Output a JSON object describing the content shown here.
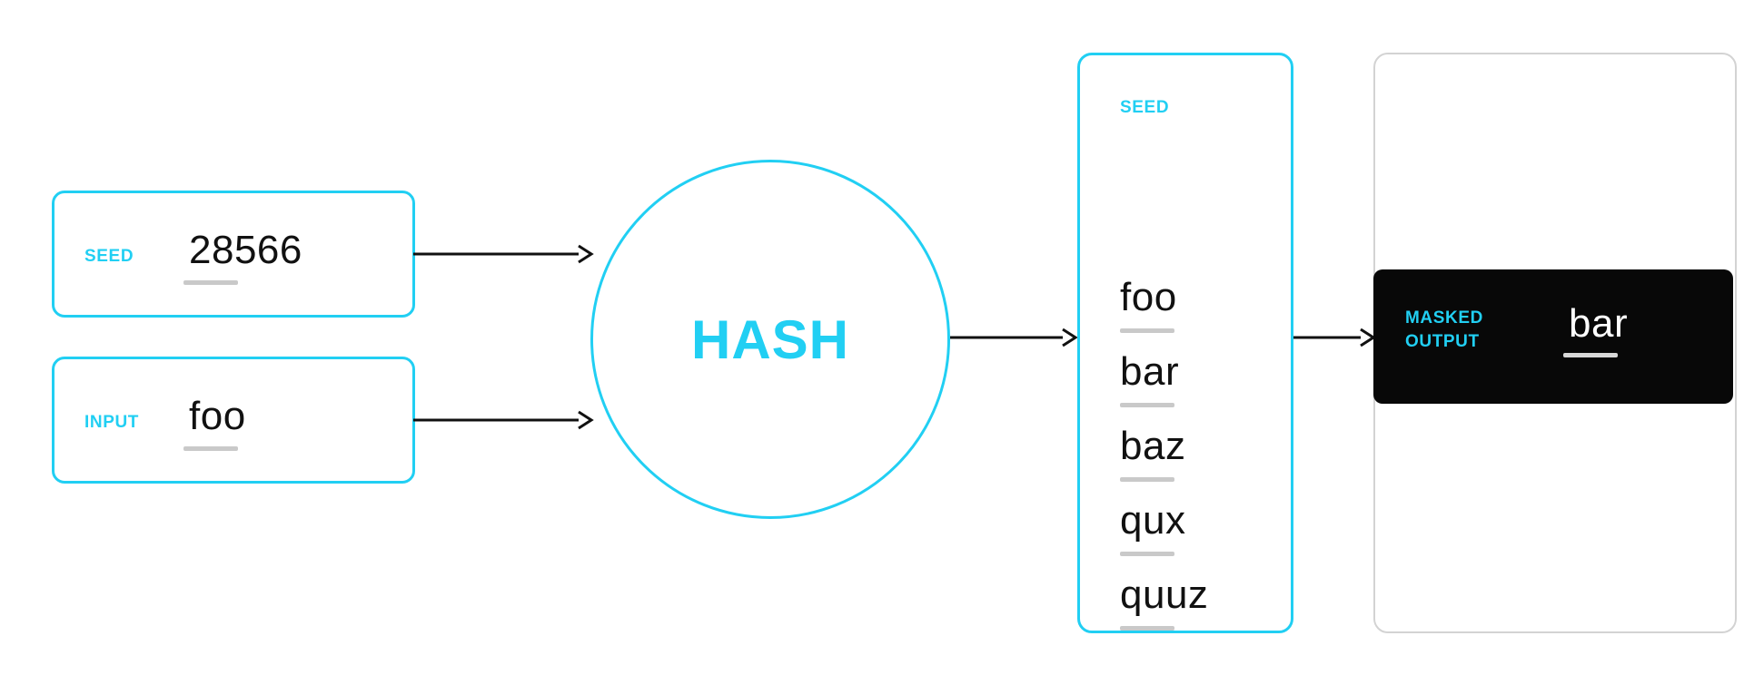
{
  "theme": {
    "accent": "#21cff3",
    "ink": "#111111",
    "muted_rule": "#c9c9c9",
    "ghost_border": "#d3d3d3",
    "masked_bg": "#080808",
    "masked_text": "#ffffff",
    "page_bg": "#ffffff",
    "arrow": "#111111"
  },
  "inputs": {
    "seed": {
      "label": "SEED",
      "value": "28566"
    },
    "input": {
      "label": "INPUT",
      "value": "foo"
    }
  },
  "hash": {
    "label": "HASH"
  },
  "seed_panel": {
    "label": "SEED",
    "items": [
      {
        "value": "foo"
      },
      {
        "value": "bar"
      },
      {
        "value": "baz"
      },
      {
        "value": "qux"
      },
      {
        "value": "quuz"
      }
    ]
  },
  "masked_output": {
    "label_line1": "MASKED",
    "label_line2": "OUTPUT",
    "value": "bar"
  },
  "arrows": [
    {
      "name": "seed-to-hash"
    },
    {
      "name": "input-to-hash"
    },
    {
      "name": "hash-to-seed-panel"
    },
    {
      "name": "seed-panel-to-masked-output"
    }
  ]
}
